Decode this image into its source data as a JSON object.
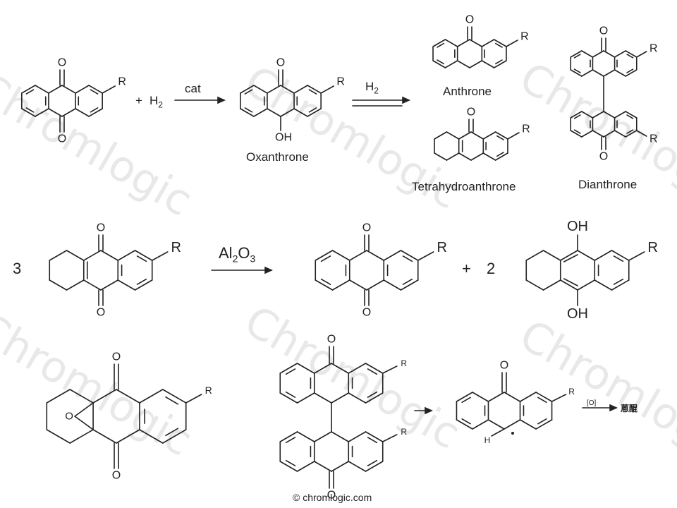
{
  "watermark": "Chromlogic",
  "copyright": "© chromlogic.com",
  "labels": {
    "oxanthrone": "Oxanthrone",
    "anthrone": "Anthrone",
    "tetrahydroanthrone": "Tetrahydroanthrone",
    "dianthrone": "Dianthrone",
    "cat": "cat",
    "h2_prefix": "H",
    "h2_sub": "2",
    "plus": "+",
    "coef_3": "3",
    "coef_2": "2",
    "al": "Al",
    "al_sub": "2",
    "o": "O",
    "o_sub": "3",
    "oxidant": "[O]",
    "product_cjk": "蒽醌",
    "atom_o": "O",
    "atom_oh": "OH",
    "atom_r": "R",
    "atom_h": "H"
  }
}
